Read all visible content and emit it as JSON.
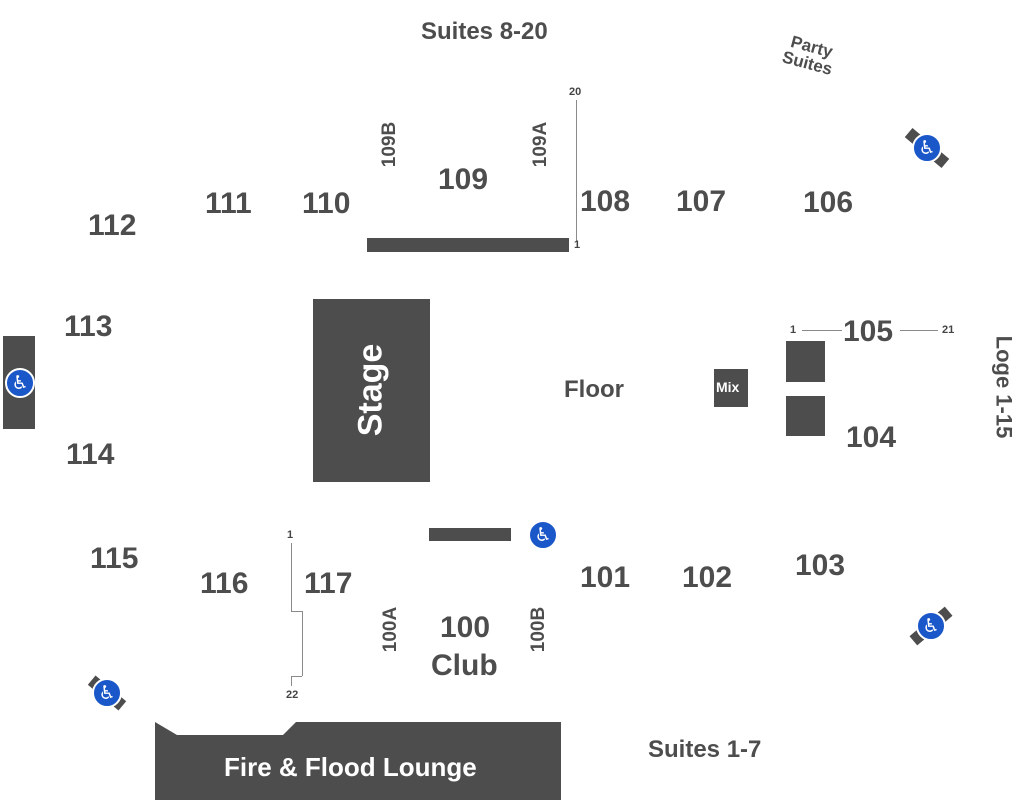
{
  "labels": {
    "suites_8_20": "Suites 8-20",
    "party_suites_line1": "Party",
    "party_suites_line2": "Suites",
    "suites_1_7": "Suites 1-7",
    "loge_1_15": "Loge 1-15",
    "stage": "Stage",
    "floor": "Floor",
    "mix": "Mix",
    "club": "Club",
    "fire_flood_lounge": "Fire & Flood Lounge"
  },
  "sections": {
    "s100": "100",
    "s100a": "100A",
    "s100b": "100B",
    "s101": "101",
    "s102": "102",
    "s103": "103",
    "s104": "104",
    "s105": "105",
    "s106": "106",
    "s107": "107",
    "s108": "108",
    "s109": "109",
    "s109a": "109A",
    "s109b": "109B",
    "s110": "110",
    "s111": "111",
    "s112": "112",
    "s113": "113",
    "s114": "114",
    "s115": "115",
    "s116": "116",
    "s117": "117"
  },
  "row_markers": {
    "r108_top": "20",
    "r108_bottom": "1",
    "r105_left": "1",
    "r105_right": "21",
    "r117_top": "1",
    "r117_bottom": "22"
  },
  "icons": {
    "accessible": "♿"
  },
  "colors": {
    "block": "#4d4d4d",
    "accessible_blue": "#1a57c9",
    "text": "#4d4d4d"
  }
}
